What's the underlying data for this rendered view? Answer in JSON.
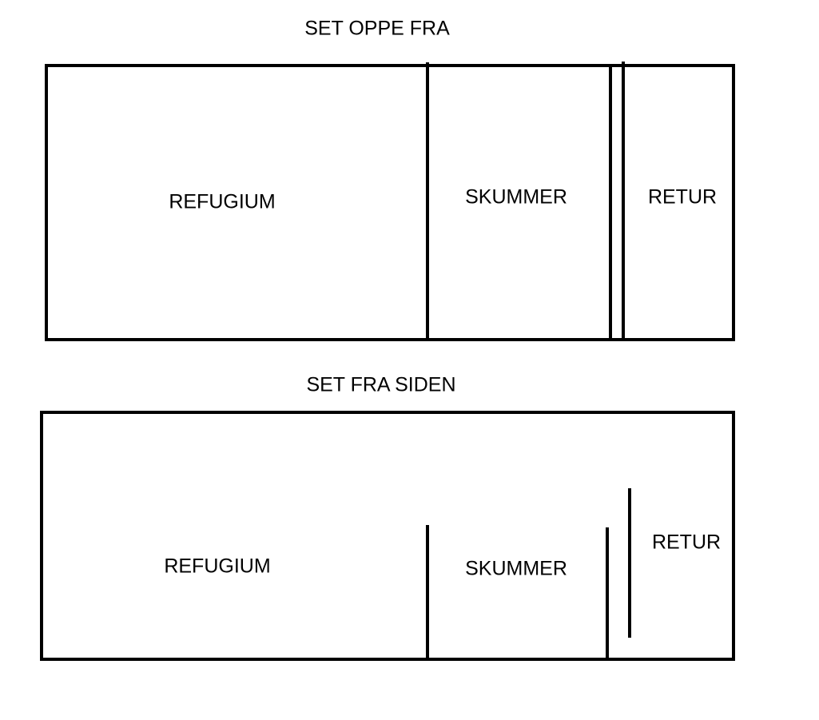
{
  "top_view": {
    "title": "SET OPPE FRA",
    "sections": {
      "refugium": "REFUGIUM",
      "skimmer": "SKUMMER",
      "return": "RETUR"
    }
  },
  "side_view": {
    "title": "SET FRA SIDEN",
    "sections": {
      "refugium": "REFUGIUM",
      "skimmer": "SKUMMER",
      "return": "RETUR"
    }
  }
}
